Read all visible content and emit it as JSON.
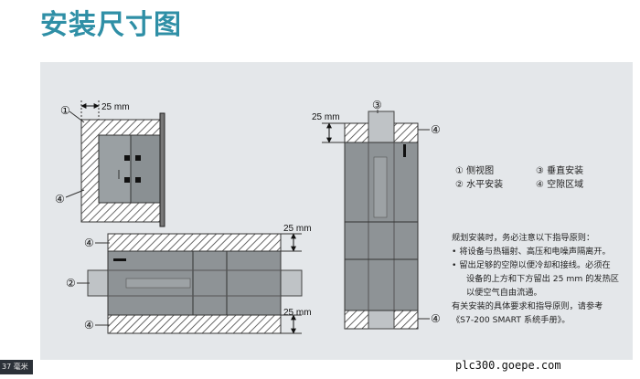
{
  "title": "安装尺寸图",
  "dimensions": {
    "side_top": "25 mm",
    "vertical_top": "25 mm",
    "horizontal_top": "25 mm",
    "horizontal_bottom": "25 mm"
  },
  "callouts": {
    "c1": "①",
    "c2": "②",
    "c3": "③",
    "c4a": "④",
    "c4b": "④",
    "c4c": "④",
    "c4d": "④",
    "c4e": "④"
  },
  "legend": [
    {
      "num": "①",
      "label": "侧视图"
    },
    {
      "num": "③",
      "label": "垂直安装"
    },
    {
      "num": "②",
      "label": "水平安装"
    },
    {
      "num": "④",
      "label": "空隙区域"
    }
  ],
  "notes": {
    "intro": "规划安装时，务必注意以下指导原则：",
    "bullet1": "• 将设备与热辐射、高压和电噪声隔离开。",
    "bullet2_line1": "• 留出足够的空隙以便冷却和接线。必须在",
    "bullet2_line2": "设备的上方和下方留出 25 mm 的发热区",
    "bullet2_line3": "以便空气自由流通。",
    "ref_line1": "有关安装的具体要求和指导原则，请参考",
    "ref_line2": "《S7-200 SMART 系统手册》。"
  },
  "side_badge": "37 毫米",
  "watermark": "plc300.goepe.com",
  "colors": {
    "title": "#2f8fa6",
    "panel": "#e4e7ea",
    "module": "#8e9396",
    "rail": "#bfc3c6"
  }
}
